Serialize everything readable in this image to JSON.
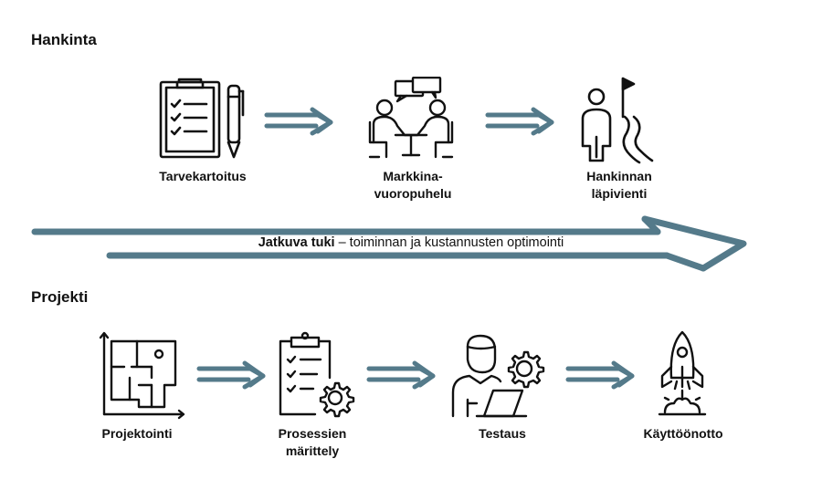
{
  "sections": {
    "hankinta": "Hankinta",
    "projekti": "Projekti"
  },
  "hankinta_steps": [
    {
      "lines": [
        "Tarvekartoitus"
      ],
      "icon": "clipboard-checklist-icon"
    },
    {
      "lines": [
        "Markkina-",
        "vuoropuhelu"
      ],
      "icon": "meeting-dialogue-icon"
    },
    {
      "lines": [
        "Hankinnan",
        "läpivienti"
      ],
      "icon": "person-path-flag-icon"
    }
  ],
  "projekti_steps": [
    {
      "lines": [
        "Projektointi"
      ],
      "icon": "floor-plan-icon"
    },
    {
      "lines": [
        "Prosessien",
        "märittely"
      ],
      "icon": "clipboard-gear-icon"
    },
    {
      "lines": [
        "Testaus"
      ],
      "icon": "person-laptop-gear-icon"
    },
    {
      "lines": [
        "Käyttöönotto"
      ],
      "icon": "rocket-launch-icon"
    }
  ],
  "band": {
    "bold": "Jatkuva tuki",
    "rest": " – toiminnan ja kustannusten optimointi"
  },
  "colors": {
    "arrow": "#547a8a",
    "ink": "#111111"
  }
}
